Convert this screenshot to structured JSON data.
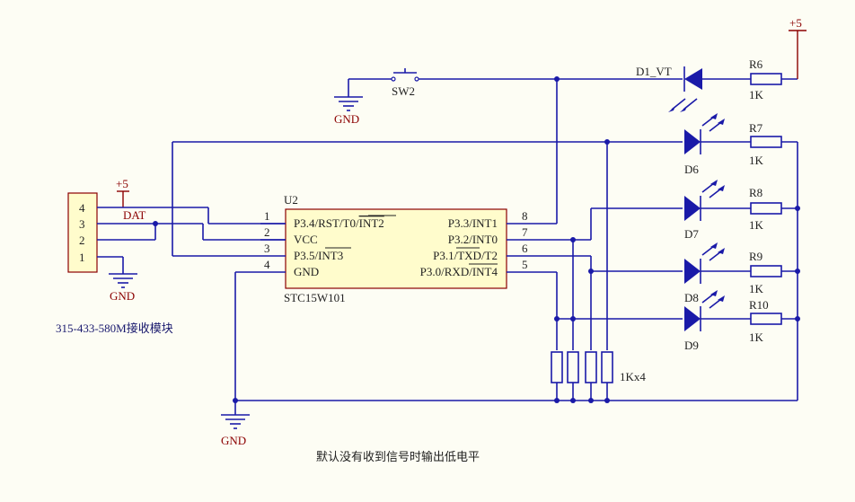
{
  "power": {
    "vcc_label": "+5",
    "gnd_label": "GND"
  },
  "connector": {
    "pins": [
      "4",
      "3",
      "2",
      "1"
    ],
    "net_dat": "DAT",
    "module_label": "315-433-580M接收模块"
  },
  "switch": {
    "ref": "SW2"
  },
  "mcu": {
    "ref": "U2",
    "part": "STC15W101",
    "left_pins": [
      {
        "num": "1",
        "name": "P3.4/RST/T0/",
        "over": "INT2"
      },
      {
        "num": "2",
        "name": "VCC",
        "over": ""
      },
      {
        "num": "3",
        "name": "P3.5/",
        "over": "INT3"
      },
      {
        "num": "4",
        "name": "GND",
        "over": ""
      }
    ],
    "right_pins": [
      {
        "num": "8",
        "name": "P3.3/INT1",
        "over": ""
      },
      {
        "num": "7",
        "name": "P3.2/INT0",
        "over": ""
      },
      {
        "num": "6",
        "name": "P3.1/",
        "mid": "TXD",
        "tail": "/T2"
      },
      {
        "num": "5",
        "name": "P3.0/RXD/",
        "over": "INT4"
      }
    ]
  },
  "leds": [
    {
      "ref": "D1_VT"
    },
    {
      "ref": "D6"
    },
    {
      "ref": "D7"
    },
    {
      "ref": "D8"
    },
    {
      "ref": "D9"
    }
  ],
  "resistors": [
    {
      "ref": "R6",
      "value": "1K"
    },
    {
      "ref": "R7",
      "value": "1K"
    },
    {
      "ref": "R8",
      "value": "1K"
    },
    {
      "ref": "R9",
      "value": "1K"
    },
    {
      "ref": "R10",
      "value": "1K"
    }
  ],
  "pulldown": {
    "value": "1Kx4"
  },
  "note": "默认没有收到信号时输出低电平"
}
